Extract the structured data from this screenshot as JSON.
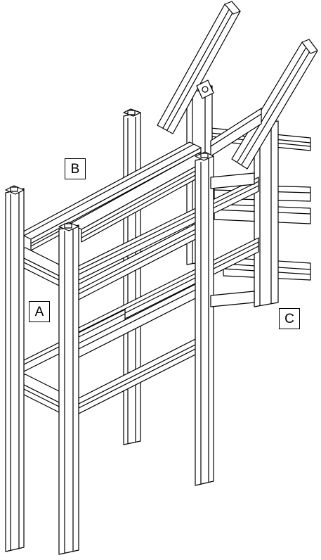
{
  "figure": {
    "description_labels": [
      "B",
      "A",
      "C"
    ],
    "line_color": "#000000",
    "fill_color": "#ffffff"
  },
  "labels": {
    "a": "A",
    "b": "B",
    "c": "C"
  }
}
